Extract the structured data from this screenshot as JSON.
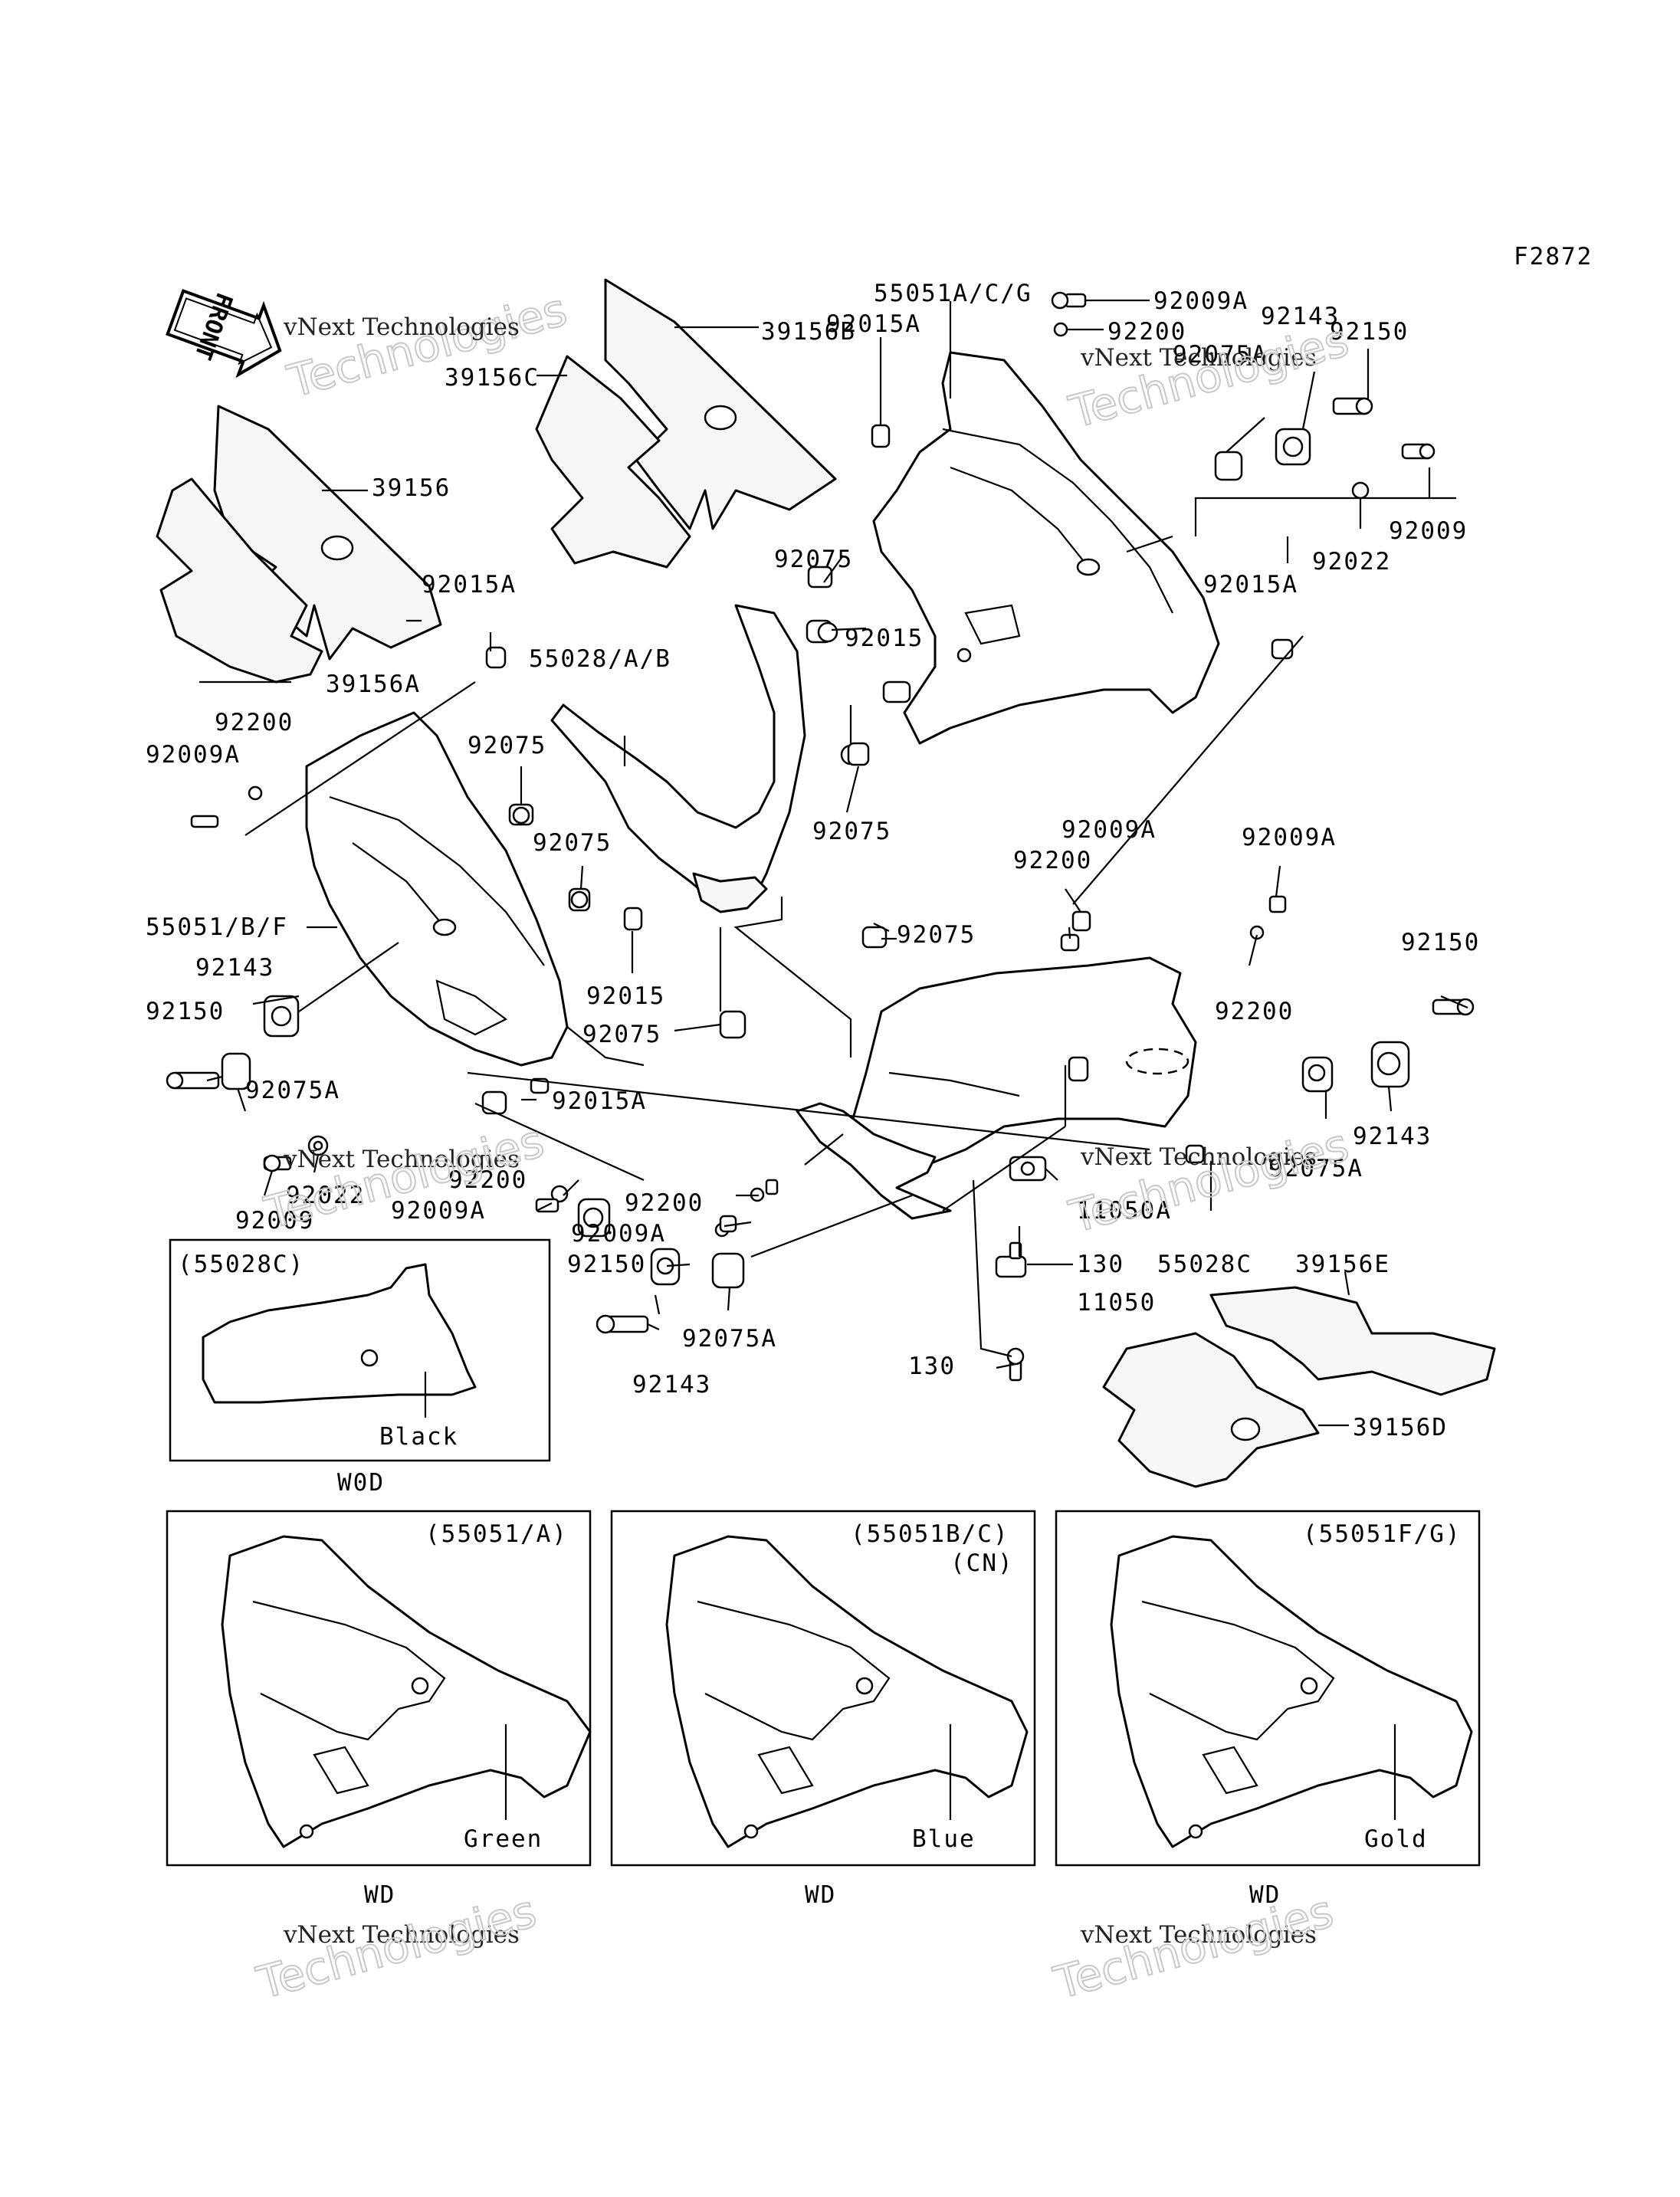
{
  "figure_code": "F2872",
  "front_label": "FRONT",
  "watermark": {
    "line1": "vNext Technologies",
    "line2": "Technologies"
  },
  "labels": {
    "p55051_acg": "55051A/C/G",
    "p92009a_1": "92009A",
    "p92200_1": "92200",
    "p39156b": "39156B",
    "p92015a_1": "92015A",
    "p92143_1": "92143",
    "p92150_1": "92150",
    "p92075a_1": "92075A",
    "p39156c": "39156C",
    "p39156": "39156",
    "p92009_1": "92009",
    "p92022_1": "92022",
    "p92075_1": "92075",
    "p92015a_2": "92015A",
    "p92015_1": "92015",
    "p92015a_3": "92015A",
    "p55028": "55028/A/B",
    "p92200_2": "92200",
    "p92009a_2": "92009A",
    "p39156a": "39156A",
    "p92075_2": "92075",
    "p92075_3": "92075",
    "p92075_4": "92075",
    "p92009a_3": "92009A",
    "p92009a_4": "92009A",
    "p92200_3": "92200",
    "p55051_bf": "55051/B/F",
    "p92075_5": "92075",
    "p92150_2": "92150",
    "p92143_2": "92143",
    "p92015_2": "92015",
    "p92200_4": "92200",
    "p92150_3": "92150",
    "p92075_6": "92075",
    "p92075a_2": "92075A",
    "p92015a_4": "92015A",
    "p92143_3": "92143",
    "p92009_2": "92009",
    "p92022_2": "92022",
    "p92200_5": "92200",
    "p92075a_3": "92075A",
    "p92009a_5": "92009A",
    "p92200_6": "92200",
    "p11050a": "11050A",
    "p92009a_6": "92009A",
    "p130_1": "130",
    "p55028c": "55028C",
    "p92150_4": "92150",
    "p39156e": "39156E",
    "p11050": "11050",
    "p92075a_4": "92075A",
    "p130_2": "130",
    "p92143_4": "92143",
    "p39156d": "39156D"
  },
  "insets": {
    "w0d": {
      "title": "(55028C)",
      "color": "Black",
      "caption": "W0D"
    },
    "green": {
      "title": "(55051/A)",
      "sub": "",
      "color": "Green",
      "caption": "WD"
    },
    "blue": {
      "title": "(55051B/C)",
      "sub": "(CN)",
      "color": "Blue",
      "caption": "WD"
    },
    "gold": {
      "title": "(55051F/G)",
      "sub": "",
      "color": "Gold",
      "caption": "WD"
    }
  },
  "icons": [
    "front-arrow-icon"
  ]
}
